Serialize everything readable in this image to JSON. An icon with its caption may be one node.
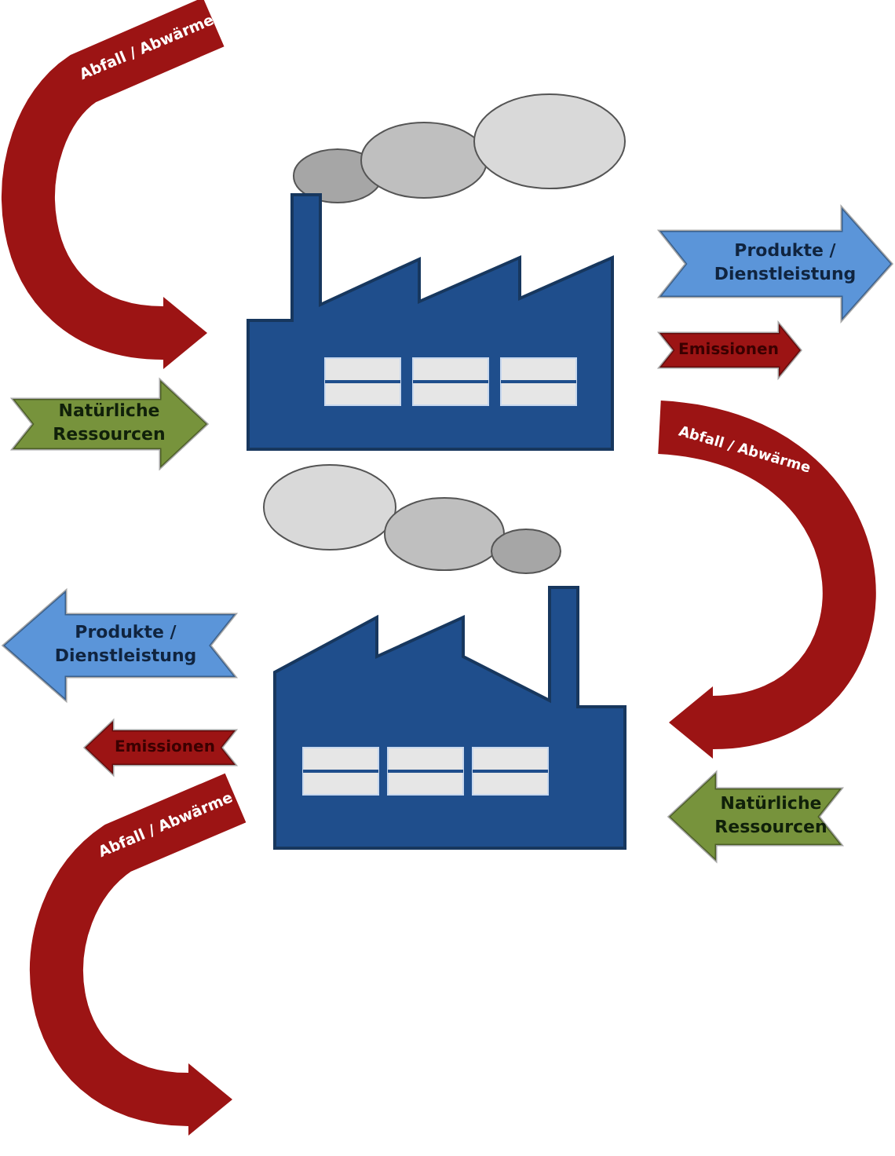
{
  "diagram": {
    "nodes": [
      {
        "text": [],
        "shape": "picture"
      },
      {
        "text": [],
        "shape": "picture"
      }
    ],
    "edges": [
      {
        "from": null,
        "to": 0,
        "arrow": "to",
        "label": "Abfall / Abwärme"
      },
      {
        "from": null,
        "to": 0,
        "arrow": "to",
        "label": "Natürliche Ressourcen",
        "color": "#77933c"
      },
      {
        "from": 0,
        "to": null,
        "arrow": "to",
        "label": "Produkte / Dienstleistung",
        "color": "#5b95d9"
      },
      {
        "from": 0,
        "to": null,
        "arrow": "to",
        "label": "Emissionen"
      },
      {
        "from": 0,
        "to": 1,
        "arrow": "to",
        "label": "Abfall / Abwärme"
      },
      {
        "from": 1,
        "to": null,
        "arrow": "to",
        "label": "Produkte / Dienstleistung",
        "color": "#5b95d9"
      },
      {
        "from": 1,
        "to": null,
        "arrow": "to",
        "label": "Emissionen"
      },
      {
        "from": null,
        "to": 1,
        "arrow": "to",
        "label": "Natürliche Ressourcen",
        "color": "#77933c"
      },
      {
        "from": 1,
        "to": null,
        "arrow": "to",
        "label": "Abfall / Abwärme"
      }
    ]
  }
}
